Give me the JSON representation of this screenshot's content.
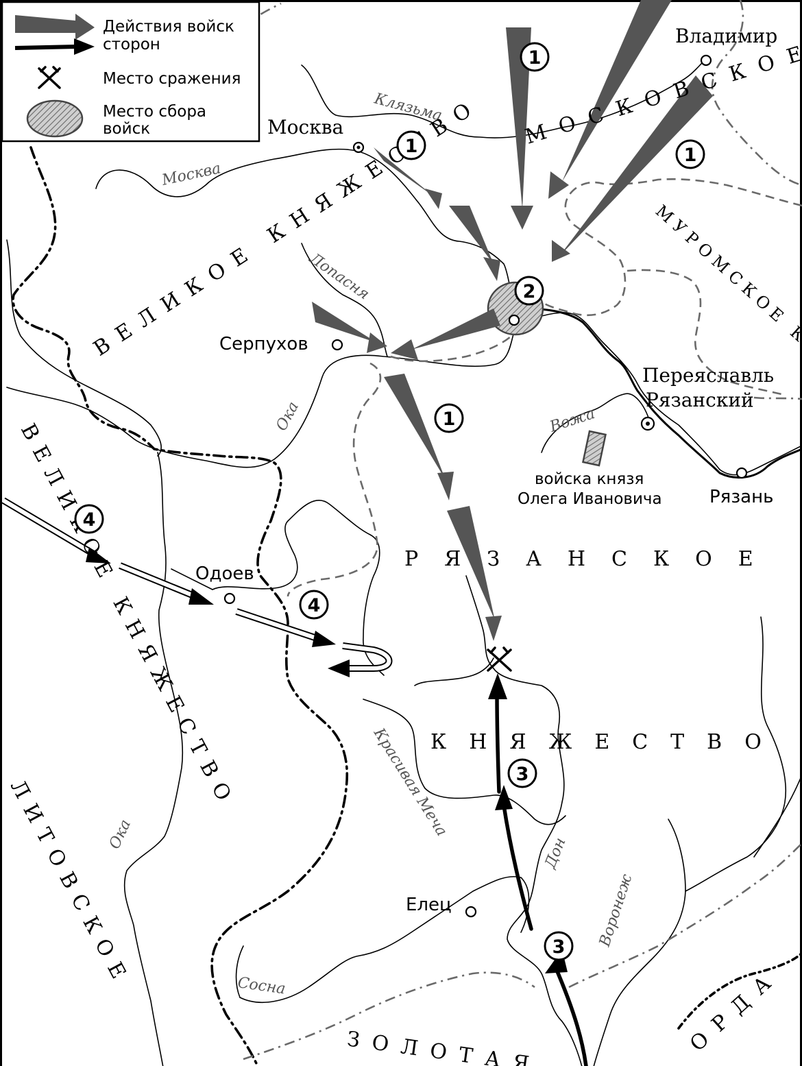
{
  "legend": {
    "troop_actions": "Действия войск",
    "sides": "сторон",
    "battle_site": "Место сражения",
    "gathering_line1": "Место сбора",
    "gathering_line2": "войск"
  },
  "cities": {
    "moscow": "Москва",
    "vladimir": "Владимир",
    "serpukhov": "Серпухов",
    "pereyaslavl_line1": "Переяславль",
    "pereyaslavl_line2": "Рязанский",
    "ryazan": "Рязань",
    "odoev": "Одоев",
    "elets": "Елец"
  },
  "rivers": {
    "klyazma": "Клязьма",
    "moskva": "Москва",
    "lopasnya": "Лопасня",
    "oka_north": "Ока",
    "oka_west": "Ока",
    "vozha": "Вожа",
    "krasivaya_mecha": "Красивая Меча",
    "don": "Дон",
    "voronezh": "Воронеж",
    "sosna": "Сосна"
  },
  "regions": {
    "moscow_principality_line1": "ВЕЛИКОЕ КНЯЖЕСТВО",
    "moscow_principality_line2": "МОСКОВСКОЕ",
    "murom": "МУРОМСКОЕ КНЯЖЕСТВО",
    "ryazan_line1": "РЯЗАНСКОЕ",
    "ryazan_line2": "КНЯЖЕСТВО",
    "lithuania_line1": "ВЕЛИКОЕ КНЯЖЕСТВО",
    "lithuania_line2": "ЛИТОВСКОЕ",
    "horde_line1": "ЗОЛОТАЯ",
    "horde_line2": "ОРДА"
  },
  "oleg_troops_line1": "войска князя",
  "oleg_troops_line2": "Олега Ивановича",
  "markers": {
    "one": "1",
    "two": "2",
    "three": "3",
    "four": "4"
  },
  "colors": {
    "troop_wedge": "#555555",
    "grey_boundary": "#6a6a6a",
    "river_label": "#555555"
  }
}
